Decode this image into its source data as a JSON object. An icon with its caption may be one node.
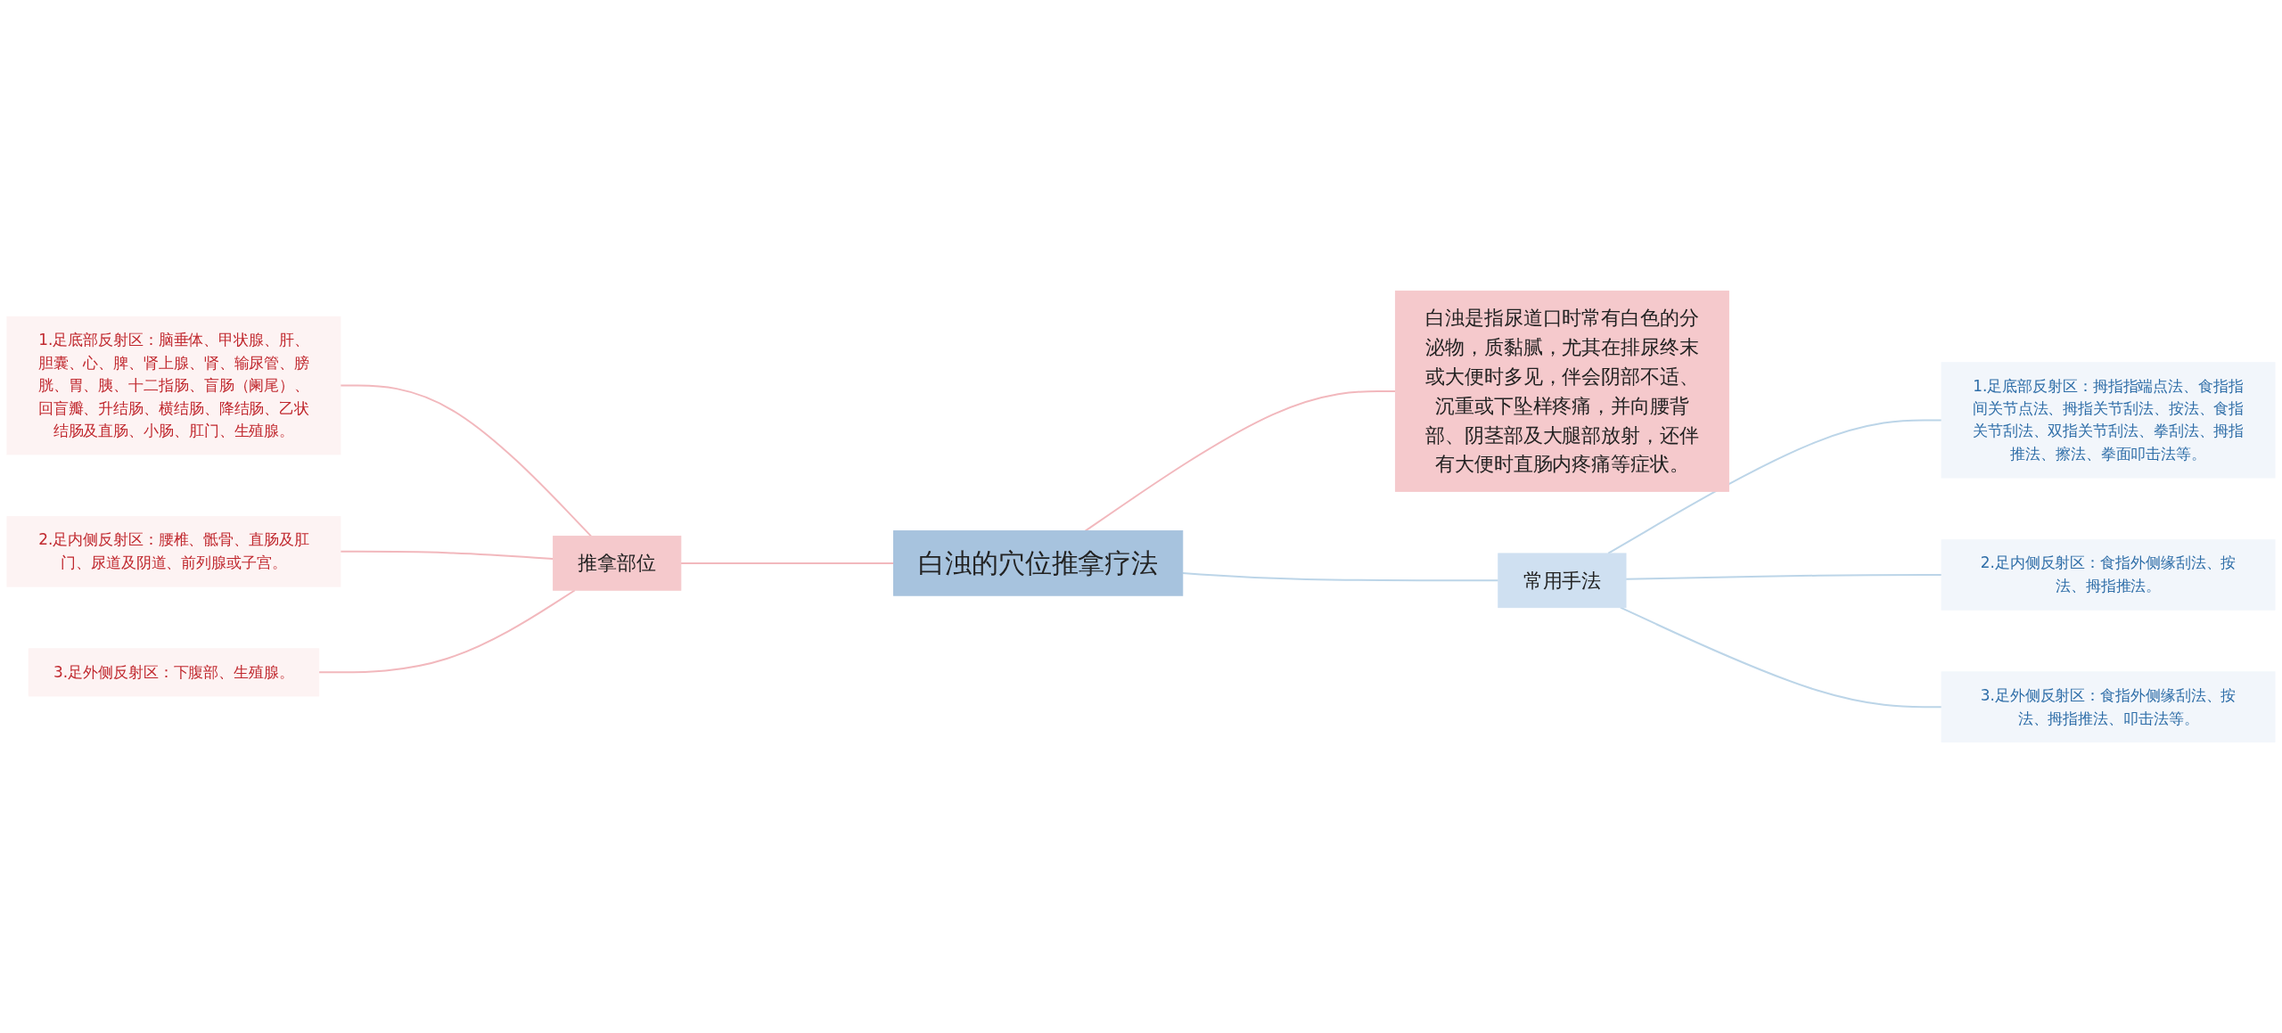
{
  "diagram": {
    "nodes": [
      {
        "text": [
          "白浊的穴位推拿疗法"
        ]
      },
      {
        "text": [
          "推拿部位"
        ]
      },
      {
        "text": [
          "1.足底部反射区：脑垂体、甲状腺、肝、胆囊、心、脾、肾上腺、肾、输尿管、膀胱、胃、胰、十二指肠、盲肠（阑尾）、回盲瓣、升结肠、横结肠、降结肠、乙状结肠及直肠、小肠、肛门、生殖腺。"
        ]
      },
      {
        "text": [
          "2.足内侧反射区：腰椎、骶骨、直肠及肛门、尿道及阴道、前列腺或子宫。"
        ]
      },
      {
        "text": [
          "3.足外侧反射区：下腹部、生殖腺。"
        ]
      },
      {
        "text": [
          "白浊是指尿道口时常有白色的分泌物，质黏腻，尤其在排尿终末或大便时多见，伴会阴部不适、沉重或下坠样疼痛，并向腰背部、阴茎部及大腿部放射，还伴有大便时直肠内疼痛等症状。"
        ]
      },
      {
        "text": [
          "常用手法"
        ]
      },
      {
        "text": [
          "1.足底部反射区：拇指指端点法、食指指间关节点法、拇指关节刮法、按法、食指关节刮法、双指关节刮法、拳刮法、拇指推法、擦法、拳面叩击法等。"
        ]
      },
      {
        "text": [
          "2.足内侧反射区：食指外侧缘刮法、按法、拇指推法。"
        ]
      },
      {
        "text": [
          "3.足外侧反射区：食指外侧缘刮法、按法、拇指推法、叩击法等。"
        ]
      }
    ],
    "edges": [
      {
        "from": 1,
        "to": 0,
        "arrow": "none",
        "color": "#f2b8bd"
      },
      {
        "from": 2,
        "to": 1,
        "arrow": "none",
        "color": "#f2b8bd"
      },
      {
        "from": 3,
        "to": 1,
        "arrow": "none",
        "color": "#f2b8bd"
      },
      {
        "from": 4,
        "to": 1,
        "arrow": "none",
        "color": "#f2b8bd"
      },
      {
        "from": 0,
        "to": 5,
        "arrow": "none",
        "color": "#f2b8bd"
      },
      {
        "from": 0,
        "to": 6,
        "arrow": "none",
        "color": "#bcd5e8"
      },
      {
        "from": 6,
        "to": 7,
        "arrow": "none",
        "color": "#bcd5e8"
      },
      {
        "from": 6,
        "to": 8,
        "arrow": "none",
        "color": "#bcd5e8"
      },
      {
        "from": 6,
        "to": 9,
        "arrow": "none",
        "color": "#bcd5e8"
      }
    ]
  }
}
